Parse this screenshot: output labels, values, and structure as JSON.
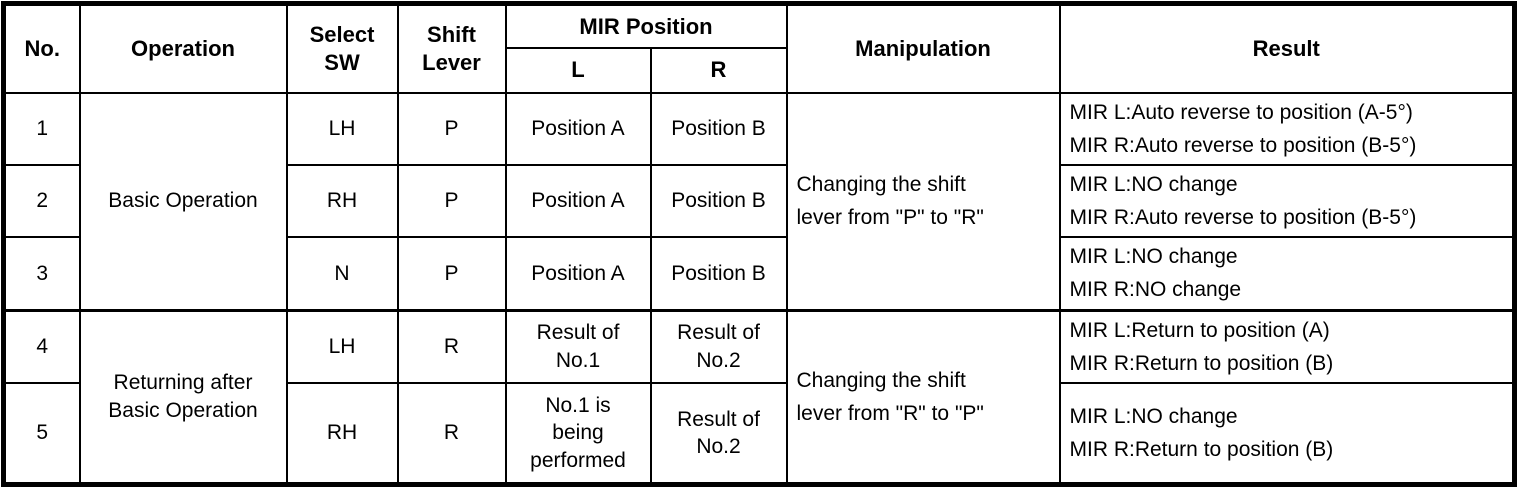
{
  "colors": {
    "border": "#000000",
    "background": "#ffffff",
    "text": "#000000"
  },
  "table": {
    "header": {
      "no": "No.",
      "operation": "Operation",
      "select_sw": "Select\nSW",
      "shift_lever": "Shift\nLever",
      "mir_position": "MIR Position",
      "mir_l": "L",
      "mir_r": "R",
      "manipulation": "Manipulation",
      "result": "Result"
    },
    "groups": [
      {
        "operation": "Basic Operation",
        "manipulation": "Changing the shift\nlever from \"P\" to \"R\"",
        "rows": [
          {
            "no": "1",
            "select_sw": "LH",
            "shift_lever": "P",
            "mir_l": "Position A",
            "mir_r": "Position B",
            "result": "MIR L:Auto reverse to position (A-5°)\nMIR R:Auto reverse to position (B-5°)"
          },
          {
            "no": "2",
            "select_sw": "RH",
            "shift_lever": "P",
            "mir_l": "Position A",
            "mir_r": "Position B",
            "result": "MIR L:NO change\nMIR R:Auto reverse to position (B-5°)"
          },
          {
            "no": "3",
            "select_sw": "N",
            "shift_lever": "P",
            "mir_l": "Position A",
            "mir_r": "Position B",
            "result": "MIR L:NO change\nMIR R:NO change"
          }
        ]
      },
      {
        "operation": "Returning after\nBasic Operation",
        "manipulation": "Changing the shift\nlever from \"R\" to \"P\"",
        "rows": [
          {
            "no": "4",
            "select_sw": "LH",
            "shift_lever": "R",
            "mir_l": "Result of\nNo.1",
            "mir_r": "Result of\nNo.2",
            "result": "MIR L:Return to position (A)\nMIR R:Return to position (B)"
          },
          {
            "no": "5",
            "select_sw": "RH",
            "shift_lever": "R",
            "mir_l": "No.1 is\nbeing\nperformed",
            "mir_r": "Result of\nNo.2",
            "result": "MIR L:NO change\nMIR R:Return to position (B)"
          }
        ]
      }
    ]
  }
}
